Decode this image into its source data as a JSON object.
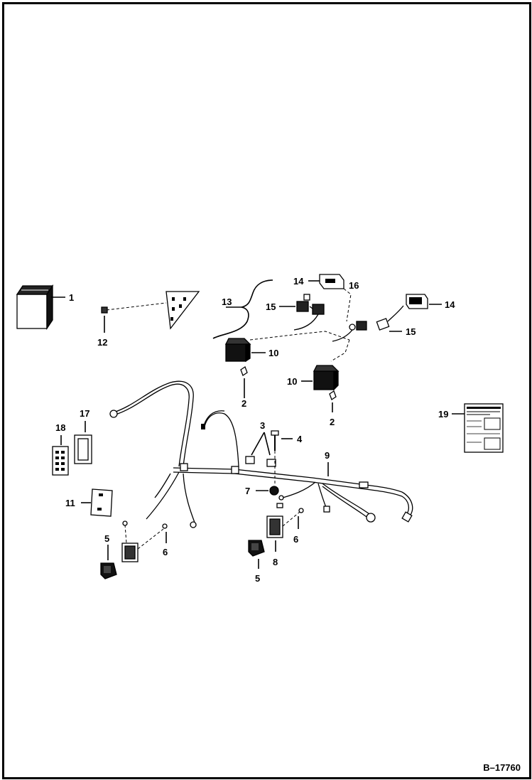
{
  "diagram": {
    "reference_number": "B–17760",
    "callouts": {
      "c1": "1",
      "c2a": "2",
      "c2b": "2",
      "c3": "3",
      "c4": "4",
      "c5a": "5",
      "c5b": "5",
      "c6a": "6",
      "c6b": "6",
      "c7": "7",
      "c8": "8",
      "c9": "9",
      "c10a": "10",
      "c10b": "10",
      "c11": "11",
      "c12": "12",
      "c13": "13",
      "c14a": "14",
      "c14b": "14",
      "c15a": "15",
      "c15b": "15",
      "c16": "16",
      "c17": "17",
      "c18": "18",
      "c19": "19"
    }
  }
}
